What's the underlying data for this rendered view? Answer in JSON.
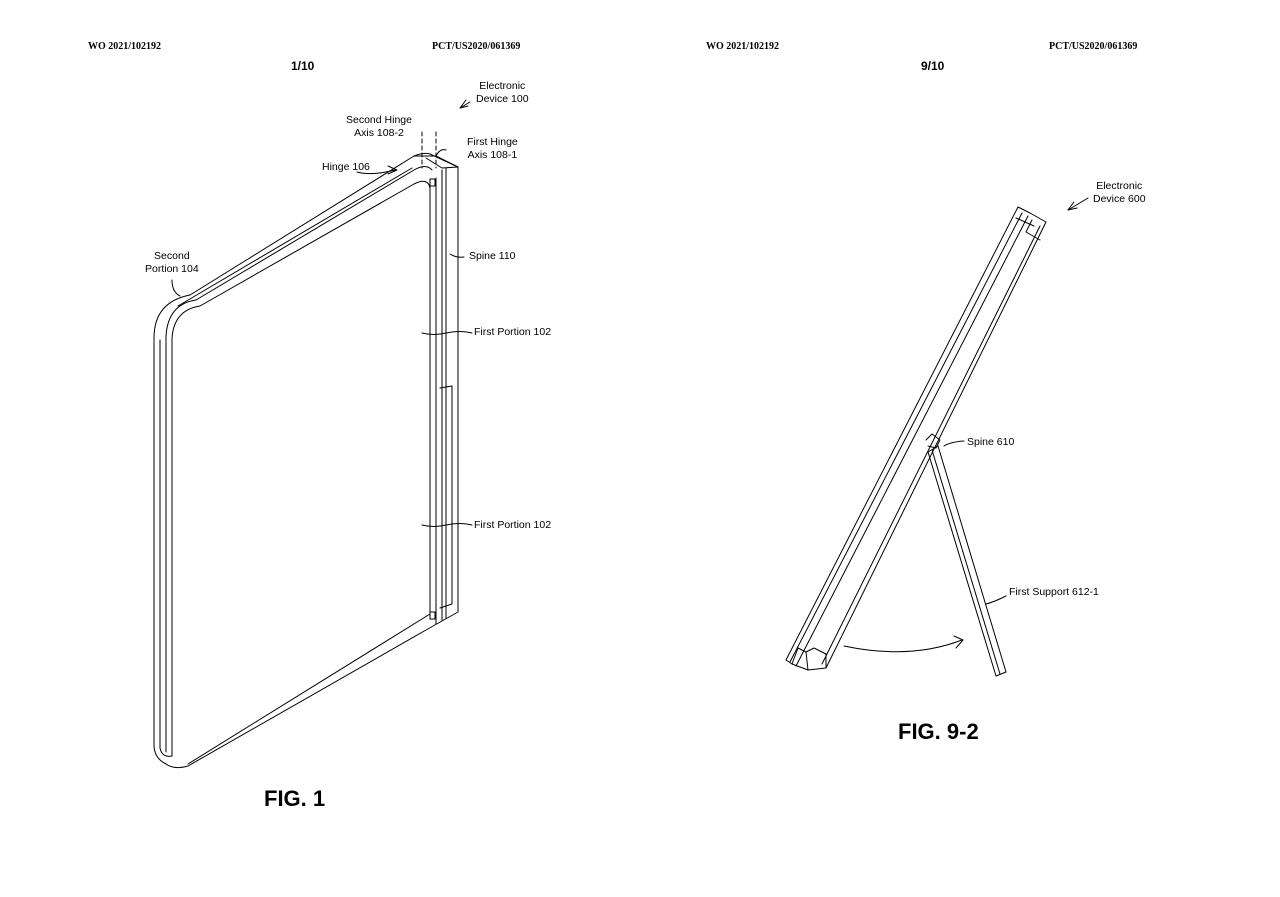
{
  "left_sheet": {
    "pub_number": "WO 2021/102192",
    "app_number": "PCT/US2020/061369",
    "sheet": "1/10",
    "figure_label": "FIG. 1",
    "labels": {
      "electronic_device_l1": "Electronic",
      "electronic_device_l2": "Device 100",
      "second_hinge_axis_l1": "Second Hinge",
      "second_hinge_axis_l2": "Axis 108-2",
      "first_hinge_axis_l1": "First Hinge",
      "first_hinge_axis_l2": "Axis 108-1",
      "hinge": "Hinge 106",
      "second_portion_l1": "Second",
      "second_portion_l2": "Portion 104",
      "spine": "Spine 110",
      "first_portion_upper": "First Portion 102",
      "first_portion_lower": "First Portion 102"
    }
  },
  "right_sheet": {
    "pub_number": "WO 2021/102192",
    "app_number": "PCT/US2020/061369",
    "sheet": "9/10",
    "figure_label": "FIG. 9-2",
    "labels": {
      "electronic_device_l1": "Electronic",
      "electronic_device_l2": "Device 600",
      "spine": "Spine 610",
      "first_support": "First Support 612-1"
    }
  }
}
